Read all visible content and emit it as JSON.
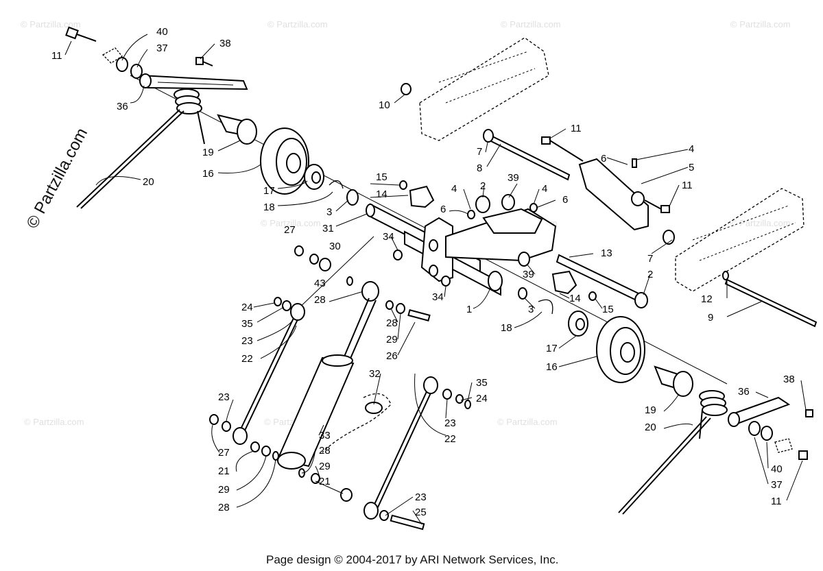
{
  "watermark": {
    "vertical_text": "© Partzilla.com",
    "tile_text": "© Partzilla.com"
  },
  "footer": "Page design © 2004-2017 by ARI Network Services, Inc.",
  "callouts": [
    {
      "id": "c11a",
      "text": "11"
    },
    {
      "id": "c40a",
      "text": "40"
    },
    {
      "id": "c37a",
      "text": "37"
    },
    {
      "id": "c38a",
      "text": "38"
    },
    {
      "id": "c36a",
      "text": "36"
    },
    {
      "id": "c20a",
      "text": "20"
    },
    {
      "id": "c19a",
      "text": "19"
    },
    {
      "id": "c16a",
      "text": "16"
    },
    {
      "id": "c17a",
      "text": "17"
    },
    {
      "id": "c18a",
      "text": "18"
    },
    {
      "id": "c3a",
      "text": "3"
    },
    {
      "id": "c31",
      "text": "31"
    },
    {
      "id": "c27a",
      "text": "27"
    },
    {
      "id": "c30",
      "text": "30"
    },
    {
      "id": "c43",
      "text": "43"
    },
    {
      "id": "c28a",
      "text": "28"
    },
    {
      "id": "c15a",
      "text": "15"
    },
    {
      "id": "c14a",
      "text": "14"
    },
    {
      "id": "c6a",
      "text": "6"
    },
    {
      "id": "c4a",
      "text": "4"
    },
    {
      "id": "c2a",
      "text": "2"
    },
    {
      "id": "c39a",
      "text": "39"
    },
    {
      "id": "c4b",
      "text": "4"
    },
    {
      "id": "c6b",
      "text": "6"
    },
    {
      "id": "c10",
      "text": "10"
    },
    {
      "id": "c7a",
      "text": "7"
    },
    {
      "id": "c8",
      "text": "8"
    },
    {
      "id": "c11b",
      "text": "11"
    },
    {
      "id": "c6c",
      "text": "6"
    },
    {
      "id": "c4c",
      "text": "4"
    },
    {
      "id": "c5",
      "text": "5"
    },
    {
      "id": "c11c",
      "text": "11"
    },
    {
      "id": "c34a",
      "text": "34"
    },
    {
      "id": "c13",
      "text": "13"
    },
    {
      "id": "c7b",
      "text": "7"
    },
    {
      "id": "c39b",
      "text": "39"
    },
    {
      "id": "c2b",
      "text": "2"
    },
    {
      "id": "c12",
      "text": "12"
    },
    {
      "id": "c9",
      "text": "9"
    },
    {
      "id": "c34b",
      "text": "34"
    },
    {
      "id": "c1",
      "text": "1"
    },
    {
      "id": "c14b",
      "text": "14"
    },
    {
      "id": "c15b",
      "text": "15"
    },
    {
      "id": "c3b",
      "text": "3"
    },
    {
      "id": "c18b",
      "text": "18"
    },
    {
      "id": "c24a",
      "text": "24"
    },
    {
      "id": "c35a",
      "text": "35"
    },
    {
      "id": "c23a",
      "text": "23"
    },
    {
      "id": "c22a",
      "text": "22"
    },
    {
      "id": "c28b",
      "text": "28"
    },
    {
      "id": "c29a",
      "text": "29"
    },
    {
      "id": "c26",
      "text": "26"
    },
    {
      "id": "c32",
      "text": "32"
    },
    {
      "id": "c17b",
      "text": "17"
    },
    {
      "id": "c16b",
      "text": "16"
    },
    {
      "id": "c35b",
      "text": "35"
    },
    {
      "id": "c24b",
      "text": "24"
    },
    {
      "id": "c23b",
      "text": "23"
    },
    {
      "id": "c22b",
      "text": "22"
    },
    {
      "id": "c23c",
      "text": "23"
    },
    {
      "id": "c27b",
      "text": "27"
    },
    {
      "id": "c21a",
      "text": "21"
    },
    {
      "id": "c29b",
      "text": "29"
    },
    {
      "id": "c28c",
      "text": "28"
    },
    {
      "id": "c33",
      "text": "33"
    },
    {
      "id": "c28d",
      "text": "28"
    },
    {
      "id": "c29c",
      "text": "29"
    },
    {
      "id": "c21b",
      "text": "21"
    },
    {
      "id": "c23d",
      "text": "23"
    },
    {
      "id": "c25",
      "text": "25"
    },
    {
      "id": "c19b",
      "text": "19"
    },
    {
      "id": "c20b",
      "text": "20"
    },
    {
      "id": "c36b",
      "text": "36"
    },
    {
      "id": "c38b",
      "text": "38"
    },
    {
      "id": "c40b",
      "text": "40"
    },
    {
      "id": "c37b",
      "text": "37"
    },
    {
      "id": "c11d",
      "text": "11"
    }
  ]
}
